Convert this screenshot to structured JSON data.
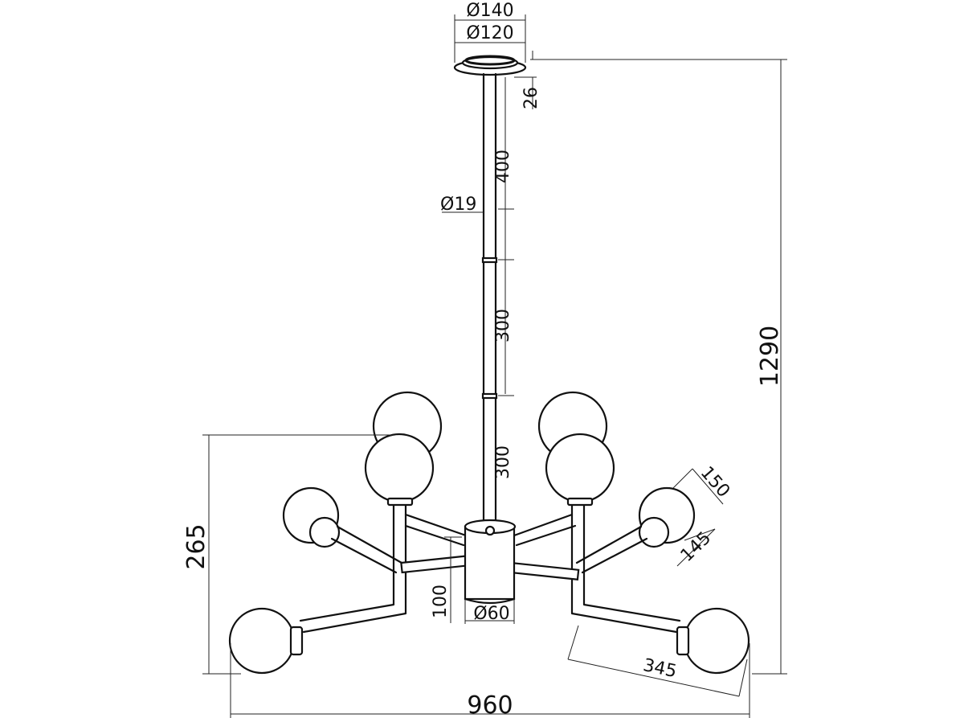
{
  "dimensions": {
    "canopy_outer": "Ø140",
    "canopy_inner": "Ø120",
    "canopy_height": "26",
    "rod_diameter": "Ø19",
    "rod_segment_top": "400",
    "rod_segment_middle": "300",
    "rod_segment_bottom": "300",
    "total_height": "1290",
    "arm_height": "265",
    "hub_height": "100",
    "hub_diameter": "Ø60",
    "shade_diameter": "150",
    "shade_height": "145",
    "arm_length": "345",
    "total_width": "960"
  }
}
